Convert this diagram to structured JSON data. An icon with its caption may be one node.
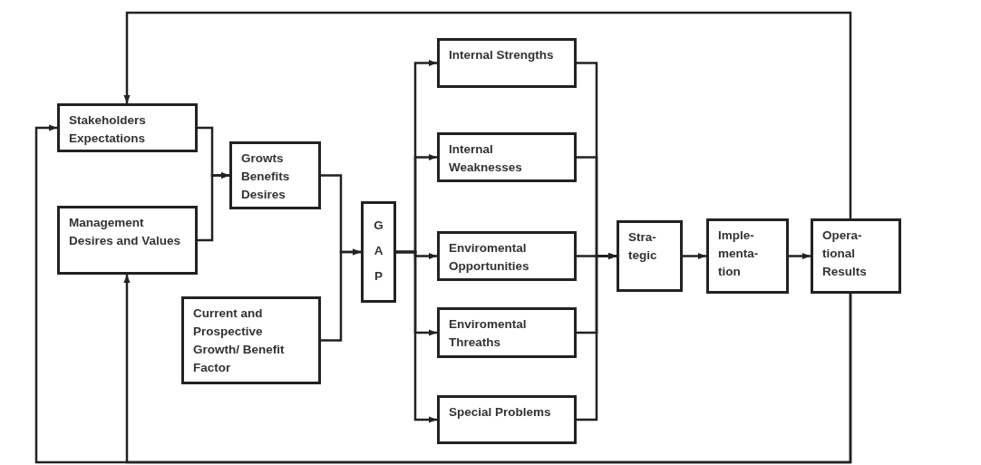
{
  "diagram": {
    "nodes": [
      {
        "text": [
          "Stakeholders Expectations"
        ]
      },
      {
        "text": [
          "Management Desires and Values"
        ]
      },
      {
        "text": [
          "Growts Benefits Desires"
        ]
      },
      {
        "text": [
          "Current and Prospective Growth/ Benefit Factor"
        ]
      },
      {
        "text": [
          "GAP"
        ]
      },
      {
        "text": [
          "Internal Strengths"
        ]
      },
      {
        "text": [
          "Internal Weaknesses"
        ]
      },
      {
        "text": [
          "Enviromental Opportunities"
        ]
      },
      {
        "text": [
          "Enviromental Threaths"
        ]
      },
      {
        "text": [
          "Special Problems"
        ]
      },
      {
        "text": [
          "Stra- tegic"
        ]
      },
      {
        "text": [
          "Imple- menta- tion"
        ]
      },
      {
        "text": [
          "Opera- tional Results"
        ]
      }
    ],
    "edges": [
      {
        "from": 0,
        "to": 2,
        "arrow": "to"
      },
      {
        "from": 1,
        "to": 2,
        "arrow": "to"
      },
      {
        "from": 2,
        "to": 4,
        "arrow": "to"
      },
      {
        "from": 3,
        "to": 4,
        "arrow": "to"
      },
      {
        "from": 4,
        "to": 5,
        "arrow": "to"
      },
      {
        "from": 4,
        "to": 6,
        "arrow": "to"
      },
      {
        "from": 4,
        "to": 7,
        "arrow": "to"
      },
      {
        "from": 4,
        "to": 8,
        "arrow": "to"
      },
      {
        "from": 4,
        "to": 9,
        "arrow": "to"
      },
      {
        "from": 5,
        "to": 10,
        "arrow": "to"
      },
      {
        "from": 6,
        "to": 10,
        "arrow": "to"
      },
      {
        "from": 7,
        "to": 10,
        "arrow": "to"
      },
      {
        "from": 8,
        "to": 10,
        "arrow": "to"
      },
      {
        "from": 9,
        "to": 10,
        "arrow": "to"
      },
      {
        "from": 10,
        "to": 11,
        "arrow": "to"
      },
      {
        "from": 11,
        "to": 12,
        "arrow": "to"
      },
      {
        "from": 12,
        "to": 0,
        "arrow": "to"
      },
      {
        "from": 12,
        "to": 1,
        "arrow": "to"
      },
      {
        "from": 12,
        "to": 0,
        "arrow": "to"
      }
    ]
  }
}
